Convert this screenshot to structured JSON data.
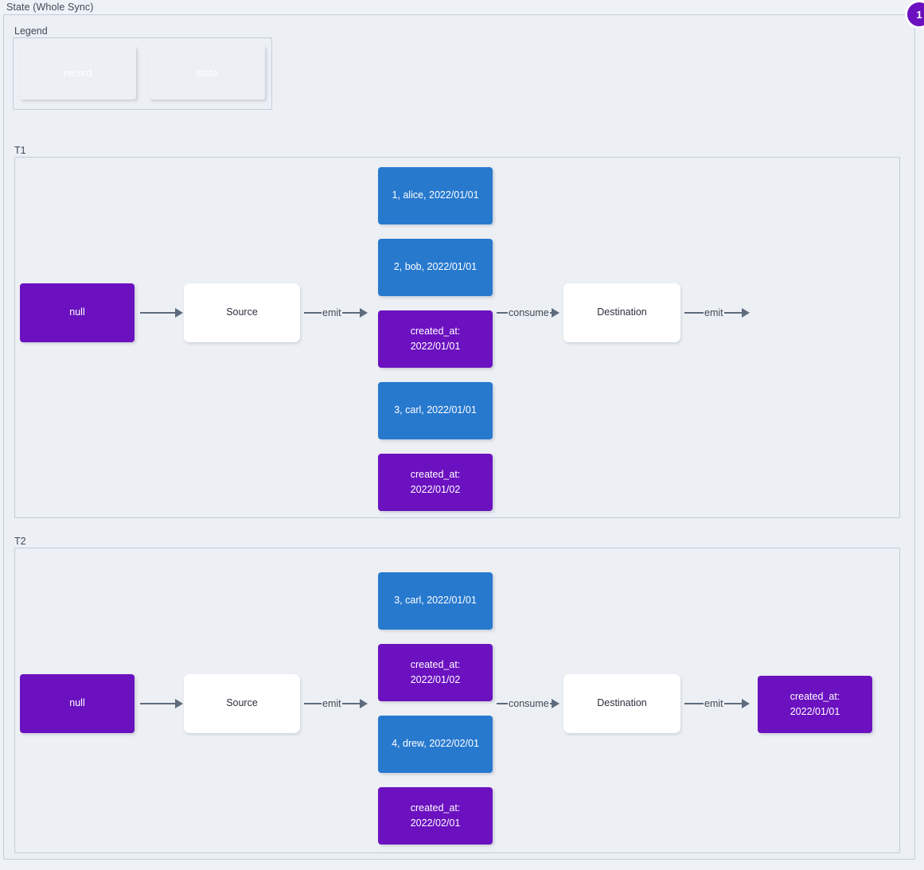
{
  "diagram": {
    "title": "State (Whole Sync)",
    "badge": "1",
    "colors": {
      "record": "#2779ce",
      "state": "#6b11bf",
      "plain": "#ffffff",
      "edge": "#5d6b7c",
      "frame_border": "#c2cddb",
      "background": "#eceff4"
    }
  },
  "legend": {
    "title": "Legend",
    "items": [
      {
        "label": "record",
        "kind": "record"
      },
      {
        "label": "state",
        "kind": "state"
      }
    ]
  },
  "transactions": [
    {
      "title": "T1",
      "initial_state": "null",
      "source": "Source",
      "destination": "Destination",
      "edges": {
        "state_to_source": "",
        "source_emit": "emit",
        "destination_consume": "consume",
        "destination_emit": "emit"
      },
      "stream": [
        {
          "kind": "record",
          "label": "1, alice, 2022/01/01"
        },
        {
          "kind": "record",
          "label": "2, bob, 2022/01/01"
        },
        {
          "kind": "state",
          "label": "created_at:\n2022/01/01"
        },
        {
          "kind": "record",
          "label": "3, carl, 2022/01/01"
        },
        {
          "kind": "state",
          "label": "created_at:\n2022/01/02"
        }
      ],
      "final_state": null
    },
    {
      "title": "T2",
      "initial_state": "null",
      "source": "Source",
      "destination": "Destination",
      "edges": {
        "state_to_source": "",
        "source_emit": "emit",
        "destination_consume": "consume",
        "destination_emit": "emit"
      },
      "stream": [
        {
          "kind": "record",
          "label": "3, carl, 2022/01/01"
        },
        {
          "kind": "state",
          "label": "created_at:\n2022/01/02"
        },
        {
          "kind": "record",
          "label": "4, drew, 2022/02/01"
        },
        {
          "kind": "state",
          "label": "created_at:\n2022/02/01"
        }
      ],
      "final_state": "created_at:\n2022/01/01"
    }
  ]
}
